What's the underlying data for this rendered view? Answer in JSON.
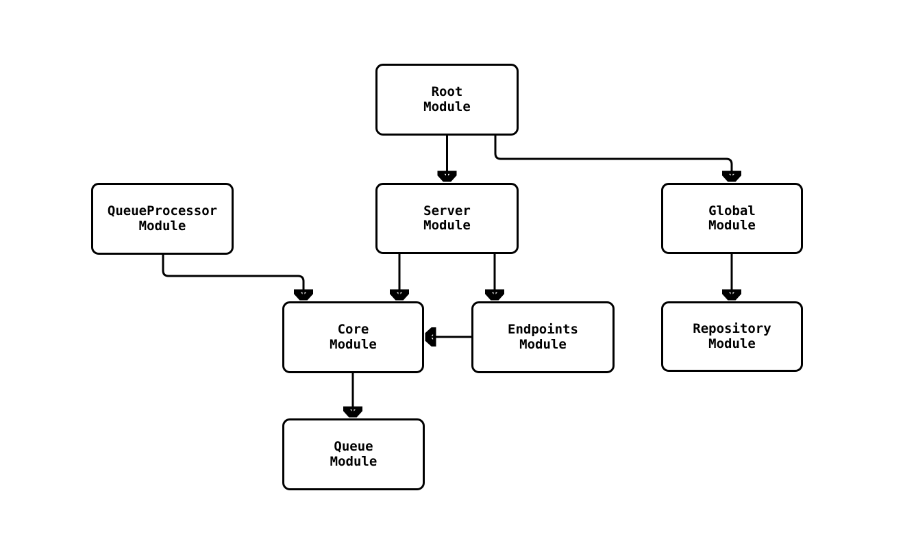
{
  "diagram": {
    "type": "module-dependency-graph",
    "background_color": "#ffffff",
    "node_fill_color": "#ffffff",
    "node_border_color": "#000000",
    "text_color": "#000000",
    "nodes": [
      {
        "id": "root",
        "label": "Root\nModule"
      },
      {
        "id": "queueprocessor",
        "label": "QueueProcessor\nModule"
      },
      {
        "id": "server",
        "label": "Server\nModule"
      },
      {
        "id": "global",
        "label": "Global\nModule"
      },
      {
        "id": "core",
        "label": "Core\nModule"
      },
      {
        "id": "endpoints",
        "label": "Endpoints\nModule"
      },
      {
        "id": "repository",
        "label": "Repository\nModule"
      },
      {
        "id": "queue",
        "label": "Queue\nModule"
      }
    ],
    "edges": [
      {
        "from": "root",
        "to": "server"
      },
      {
        "from": "root",
        "to": "global"
      },
      {
        "from": "queueprocessor",
        "to": "core"
      },
      {
        "from": "server",
        "to": "core"
      },
      {
        "from": "server",
        "to": "endpoints"
      },
      {
        "from": "endpoints",
        "to": "core"
      },
      {
        "from": "global",
        "to": "repository"
      },
      {
        "from": "core",
        "to": "queue"
      }
    ]
  }
}
